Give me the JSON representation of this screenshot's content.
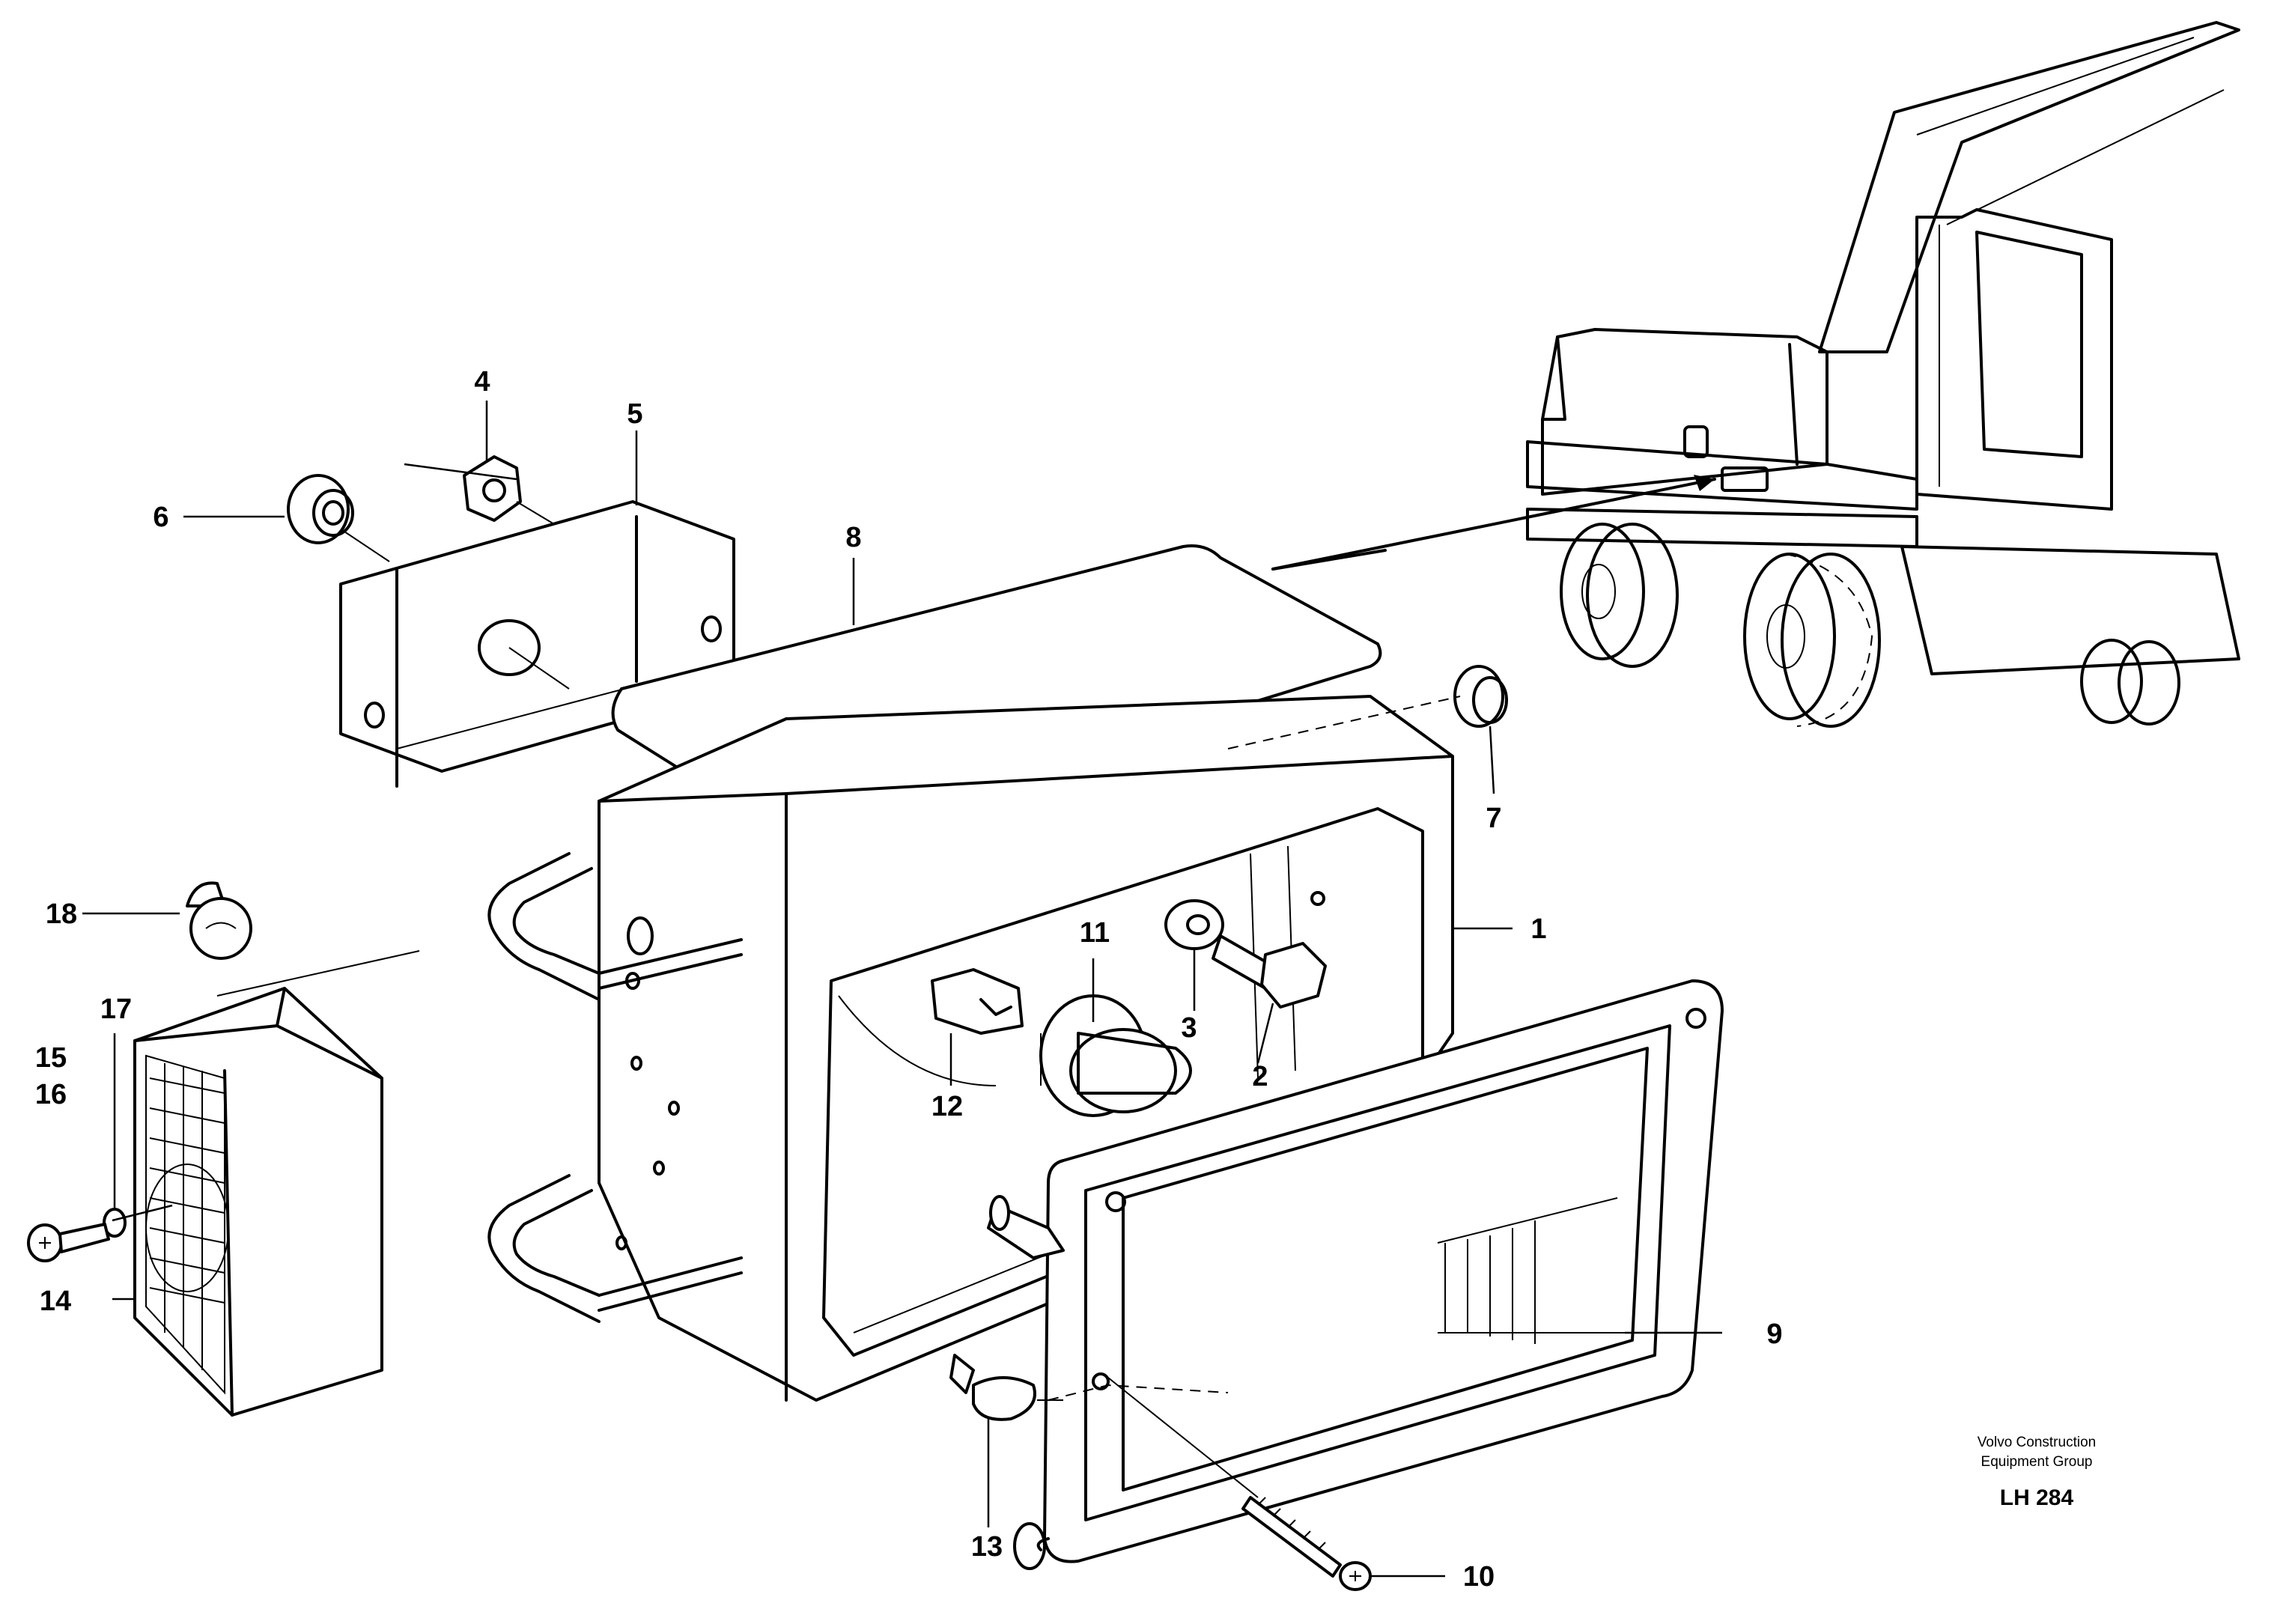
{
  "callouts": {
    "c1": "1",
    "c2": "2",
    "c3": "3",
    "c4": "4",
    "c5": "5",
    "c6": "6",
    "c7": "7",
    "c8": "8",
    "c9": "9",
    "c10": "10",
    "c11": "11",
    "c12": "12",
    "c13": "13",
    "c14": "14",
    "c15": "15",
    "c16": "16",
    "c17": "17",
    "c18": "18"
  },
  "caption": {
    "line1": "Volvo Construction",
    "line2": "Equipment Group",
    "code": "LH 284"
  }
}
